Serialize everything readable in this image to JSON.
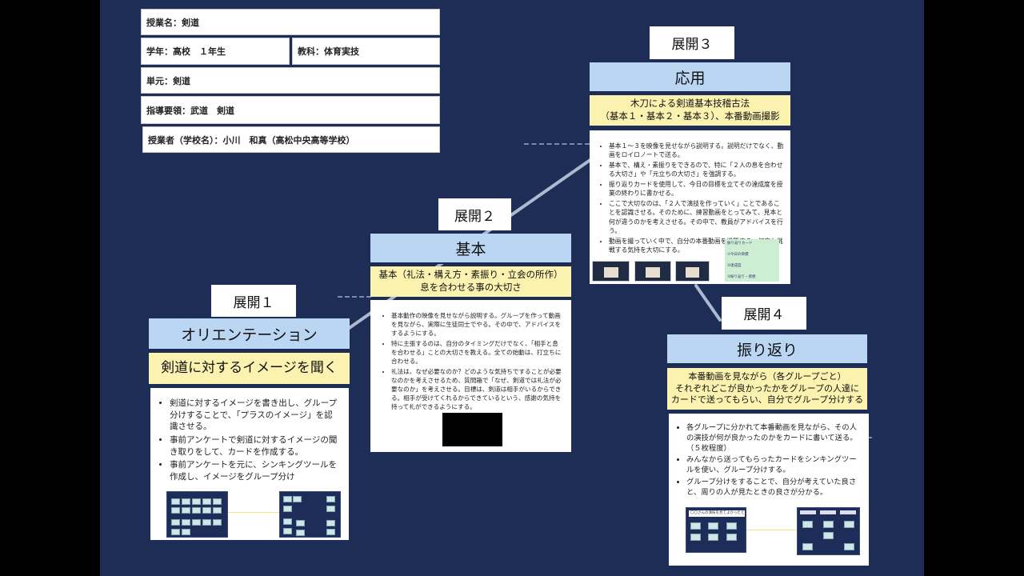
{
  "colors": {
    "background": "#1c2a52",
    "header_blue": "#bad6f2",
    "subtitle_yellow": "#fbf2b0",
    "card_green": "#cdeed3"
  },
  "info": {
    "lesson_name": "授業名：剣道",
    "grade": "学年：高校　１年生",
    "subject": "教科：体育実技",
    "unit": "単元：剣道",
    "guideline": "指導要領：武道　剣道",
    "teacher": "授業者（学校名）：小川　和真（高松中央高等学校）"
  },
  "stage1": {
    "tag": "展開１",
    "title": "オリエンテーション",
    "subtitle": "剣道に対するイメージを聞く",
    "bullets": [
      "剣道に対するイメージを書き出し、グループ分けすることで、「プラスのイメージ」を認識させる。",
      "事前アンケートで剣道に対するイメージの聞き取りをして、カードを作成する。",
      "事前アンケートを元に、シンキングツールを作成し、イメージをグループ分け"
    ]
  },
  "stage2": {
    "tag": "展開２",
    "title": "基本",
    "subtitle_lines": [
      "基本（礼法・構え方・素振り・立会の所作）",
      "息を合わせる事の大切さ"
    ],
    "bullets": [
      "基本動作の映像を見せながら説明する。グループを作って動画を見ながら、実際に生徒同士でやる。その中で、アドバイスをするようにする。",
      "特に主張するのは、自分のタイミングだけでなく、「相手と息を合わせる」ことの大切さを教える。全ての始動は、打立ちに合わせる。",
      "礼法は、なぜ必要なのか？どのような気持ちですることが必要なのかを考えさせるため、質問箱で「なぜ、剣道では礼法が必要なのか」を考えさせる。目標は、剣道は相手がいるからできる。相手が受けてくれるからできているという、感謝の気持を持って礼ができるようにする。"
    ]
  },
  "stage3": {
    "tag": "展開３",
    "title": "応用",
    "subtitle_lines": [
      "木刀による剣道基本技稽古法",
      "（基本１・基本２・基本３）、本番動画撮影"
    ],
    "bullets": [
      "基本１〜３を映像を見せながら説明する。説明だけでなく、動画をロイロノートで送る。",
      "基本で、構え・素振りをできるので、特に「２人の息を合わせる大切さ」や「元立ちの大切さ」を強調する。",
      "振り返りカードを使用して、今日の目標を立てその達成度を授業の終わりに書かせる。",
      "ここで大切なのは、「２人で演技を作っていく」ことであることを認識させる。そのために、練習動画をとってみて、見本と何が違うのかを考えさせる。その中で、教員がアドバイスを行う。",
      "動画を撮っていく中で、自分の本番動画を撮影する。何度も挑戦する気持を大切にする。"
    ],
    "card_lines": [
      "振り返りカード",
      "①今日の目標",
      "②達成度",
      "③振り返り・感想"
    ]
  },
  "stage4": {
    "tag": "展開４",
    "title": "振り返り",
    "subtitle_lines": [
      "本番動画を見ながら（各グループごと）",
      "それぞれどこが良かったかをグループの人達に",
      "カードで送ってもらい、自分でグループ分けする"
    ],
    "bullets": [
      "各グループに分かれて本番動画を見ながら、その人の演技が何が良かったのかをカードに書いて送る。（５枚程度）",
      "みんなから送ってもらったカードをシンキングツールを使い、グループ分けする。",
      "グループ分けをすることで、自分が考えていた良さと、周りの人が見たときの良さが分かる。"
    ],
    "shot_caption": "〇〇さんの演技を見てよかったところ"
  }
}
